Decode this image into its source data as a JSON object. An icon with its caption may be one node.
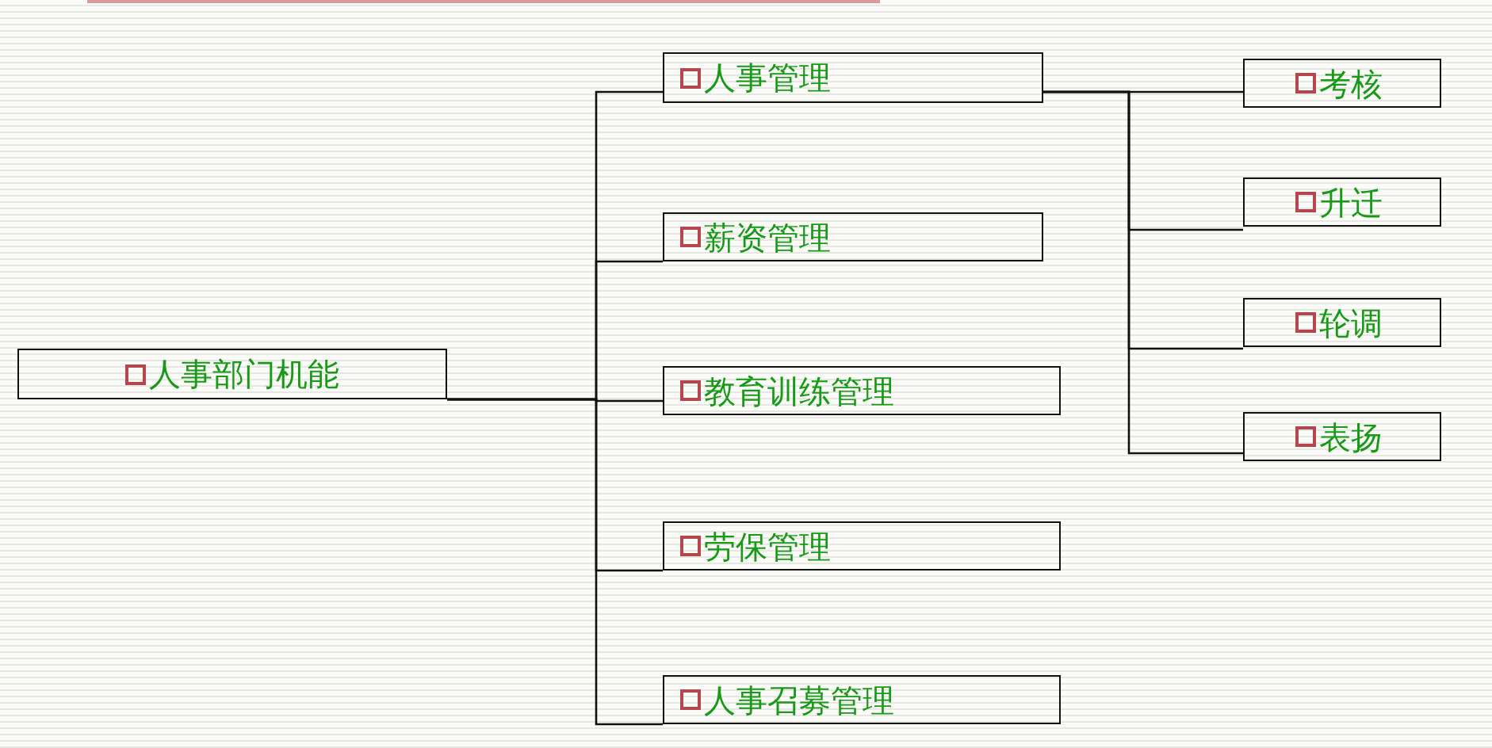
{
  "diagram": {
    "nodes": [
      {
        "text": [
          "人事部门机能"
        ]
      },
      {
        "text": [
          "人事管理"
        ]
      },
      {
        "text": [
          "薪资管理"
        ]
      },
      {
        "text": [
          "教育训练管理"
        ]
      },
      {
        "text": [
          "劳保管理"
        ]
      },
      {
        "text": [
          "人事召募管理"
        ]
      },
      {
        "text": [
          "考核"
        ]
      },
      {
        "text": [
          "升迁"
        ]
      },
      {
        "text": [
          "轮调"
        ]
      },
      {
        "text": [
          "表扬"
        ]
      }
    ],
    "edges": [
      {
        "from": 0,
        "to": 1,
        "arrow": "none"
      },
      {
        "from": 0,
        "to": 2,
        "arrow": "none"
      },
      {
        "from": 0,
        "to": 3,
        "arrow": "none"
      },
      {
        "from": 0,
        "to": 4,
        "arrow": "none"
      },
      {
        "from": 0,
        "to": 5,
        "arrow": "none"
      },
      {
        "from": 1,
        "to": 6,
        "arrow": "none"
      },
      {
        "from": 1,
        "to": 7,
        "arrow": "none"
      },
      {
        "from": 1,
        "to": 8,
        "arrow": "none"
      },
      {
        "from": 1,
        "to": 9,
        "arrow": "none"
      }
    ]
  }
}
